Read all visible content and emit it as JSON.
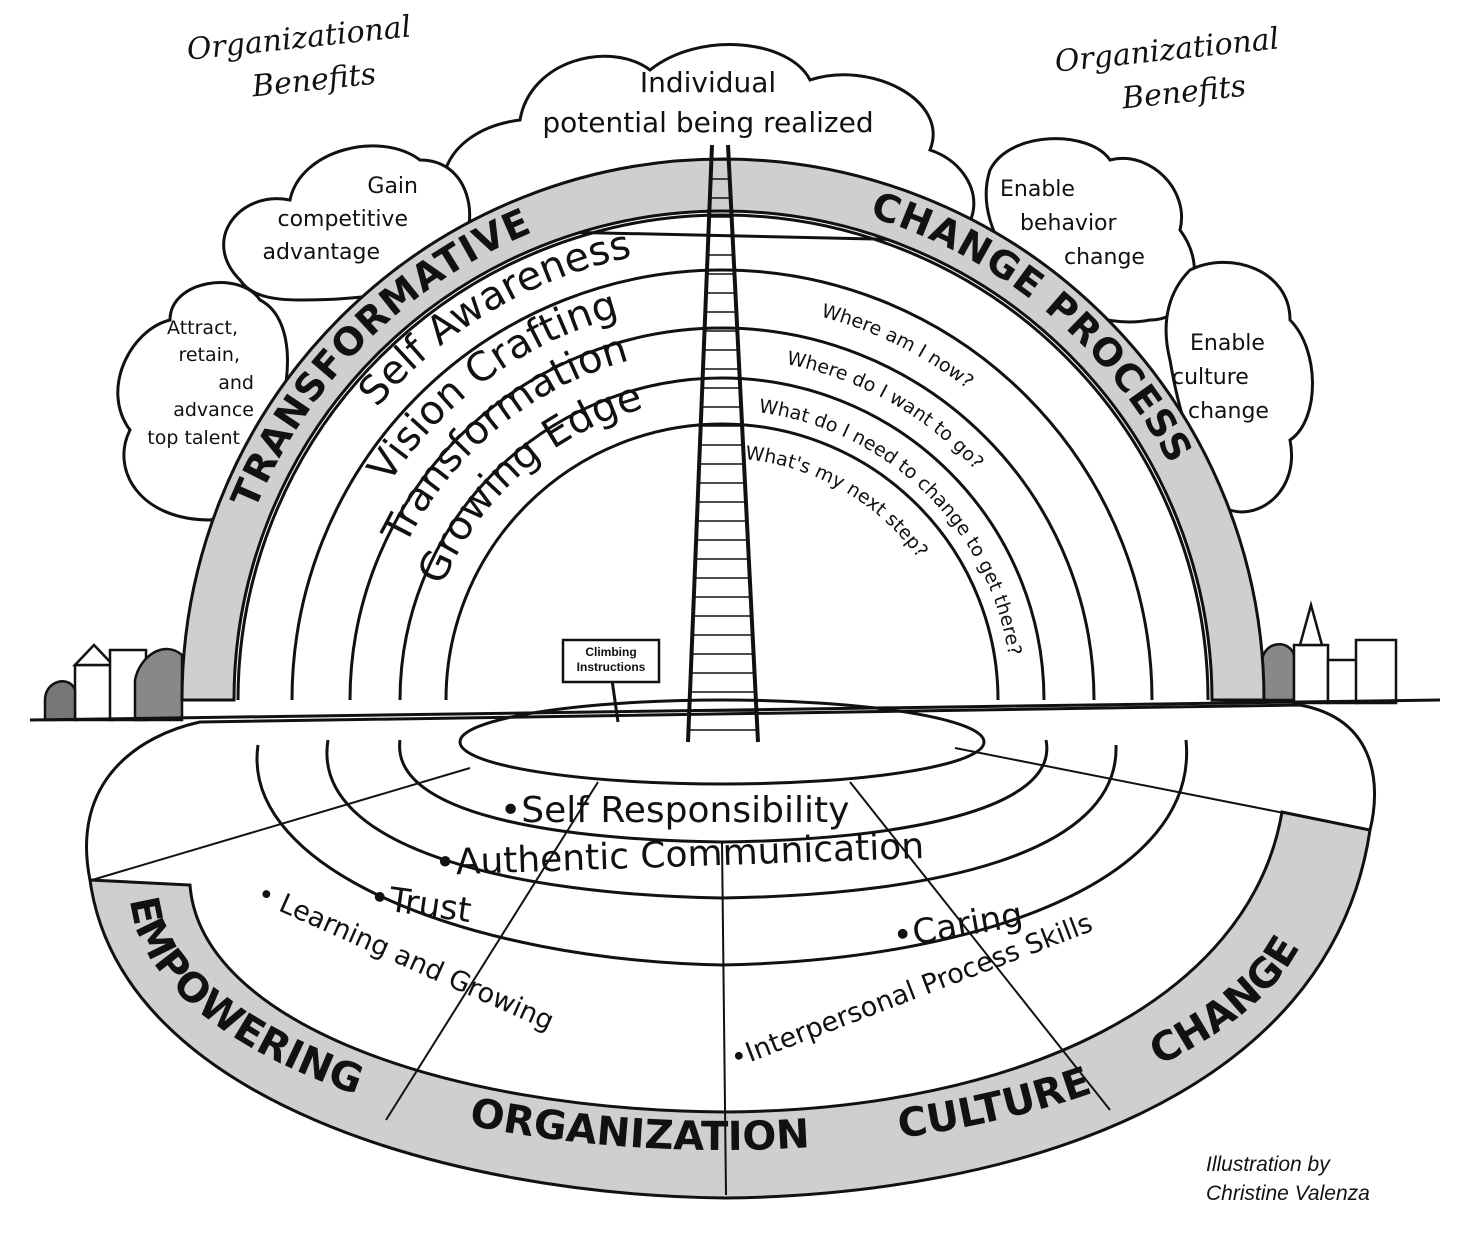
{
  "benefits": {
    "heading": "Organizational Benefits",
    "heading_left_lines": [
      "Organizational",
      "Benefits"
    ],
    "heading_right_lines": [
      "Organizational",
      "Benefits"
    ],
    "clouds": {
      "top": [
        "Individual",
        "potential being realized"
      ],
      "upper_left": [
        "Gain",
        "competitive",
        "advantage"
      ],
      "lower_left": [
        "Attract,",
        "retain,",
        "and",
        "advance",
        "top talent"
      ],
      "upper_right": [
        "Enable",
        "behavior",
        "change"
      ],
      "lower_right": [
        "Enable",
        "culture",
        "change"
      ]
    }
  },
  "rainbow": {
    "banner_left": "TRANSFORMATIVE",
    "banner_right": "CHANGE PROCESS",
    "stages": [
      {
        "name": "Self Awareness",
        "question": "Where am I now?"
      },
      {
        "name": "Vision Crafting",
        "question": "Where do I want to go?"
      },
      {
        "name": "Transformation",
        "question": "What do I need to change to get there?"
      },
      {
        "name": "Growing Edge",
        "question": "What's my next step?"
      }
    ],
    "sign": [
      "Climbing",
      "Instructions"
    ]
  },
  "ground": {
    "values": [
      "•Self Responsibility",
      "•Authentic Communication",
      "•Trust",
      "•Caring",
      "• Learning and Growing",
      "•Interpersonal Process Skills"
    ],
    "banner_words": [
      "EMPOWERING",
      "ORGANIZATION",
      "CULTURE",
      "CHANGE"
    ]
  },
  "credit": [
    "Illustration by",
    "Christine Valenza"
  ],
  "colors": {
    "ink": "#111111",
    "band": "#cfcfcf",
    "paper": "#ffffff"
  }
}
